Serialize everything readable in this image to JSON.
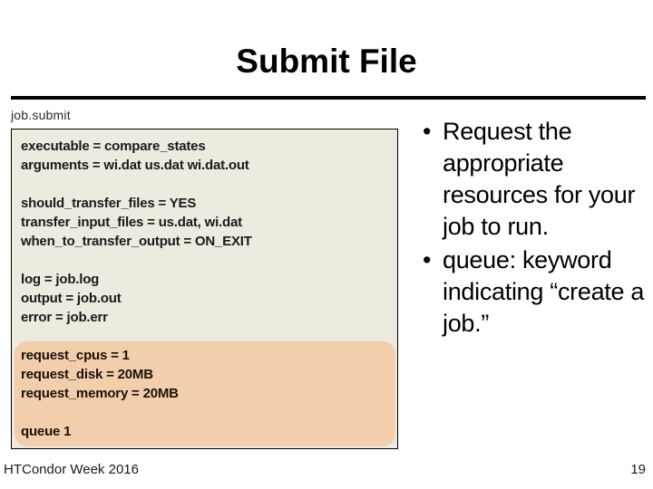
{
  "slide": {
    "title": "Submit File",
    "footer_left": "HTCondor Week 2016",
    "page_number": "19"
  },
  "left": {
    "file_caption": "job.submit",
    "code_lines": [
      {
        "text": "executable = compare_states",
        "highlighted": false
      },
      {
        "text": "arguments = wi.dat us.dat wi.dat.out",
        "highlighted": false
      },
      {
        "text": "",
        "highlighted": false
      },
      {
        "text": "should_transfer_files = YES",
        "highlighted": false
      },
      {
        "text": "transfer_input_files = us.dat, wi.dat",
        "highlighted": false
      },
      {
        "text": "when_to_transfer_output = ON_EXIT",
        "highlighted": false
      },
      {
        "text": "",
        "highlighted": false
      },
      {
        "text": "log = job.log",
        "highlighted": false
      },
      {
        "text": "output = job.out",
        "highlighted": false
      },
      {
        "text": "error = job.err",
        "highlighted": false
      },
      {
        "text": "",
        "highlighted": false
      },
      {
        "text": "request_cpus = 1",
        "highlighted": true
      },
      {
        "text": "request_disk = 20MB",
        "highlighted": true
      },
      {
        "text": "request_memory = 20MB",
        "highlighted": true
      },
      {
        "text": "",
        "highlighted": true
      },
      {
        "text": "queue 1",
        "highlighted": true
      }
    ]
  },
  "right": {
    "bullets": [
      {
        "marker": "•",
        "text": "Request the appropriate resources for your job to run."
      },
      {
        "marker": "•",
        "text": "queue: keyword indicating “create a job.”"
      }
    ]
  },
  "colors": {
    "code_background": "#edeae0",
    "highlight": "#f2ceac",
    "rule": "#000000",
    "text": "#000000"
  }
}
